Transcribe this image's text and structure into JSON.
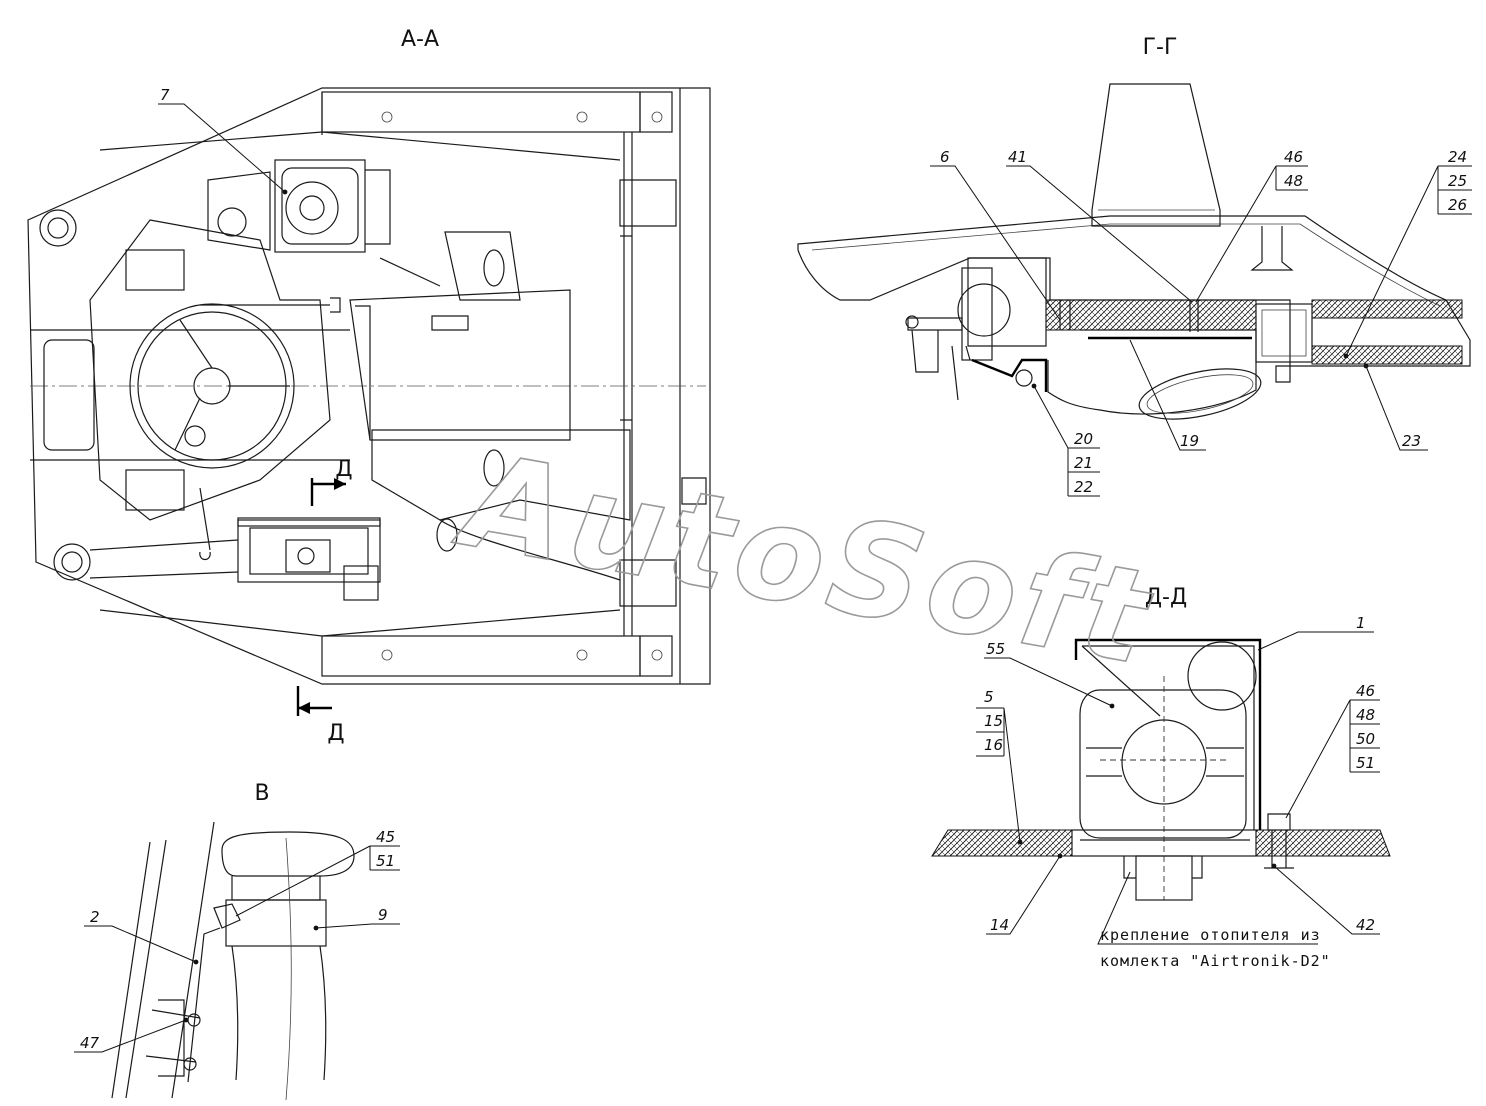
{
  "sections": {
    "aa": "А-А",
    "gg": "Г-Г",
    "dd": "Д-Д",
    "v": "В",
    "cut_marker": "Д",
    "cut_marker_2": "Д"
  },
  "watermark": "AutoSoft",
  "callouts": {
    "c7": "7",
    "c6": "6",
    "c41": "41",
    "c46a": "46",
    "c48a": "48",
    "c24": "24",
    "c25": "25",
    "c26": "26",
    "c20": "20",
    "c21": "21",
    "c22": "22",
    "c19": "19",
    "c23": "23",
    "c1": "1",
    "c55": "55",
    "c5": "5",
    "c15": "15",
    "c16": "16",
    "c46b": "46",
    "c48b": "48",
    "c50": "50",
    "c51a": "51",
    "c14": "14",
    "c42": "42",
    "c45": "45",
    "c51b": "51",
    "c9": "9",
    "c2": "2",
    "c47": "47"
  },
  "note": {
    "line1": "крепление отопителя из",
    "line2": "комлекта \"Airtronik-D2\""
  }
}
